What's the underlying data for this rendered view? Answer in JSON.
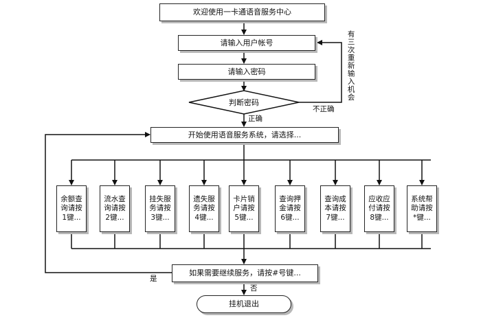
{
  "nodes": {
    "welcome": "欢迎使用一卡通语音服务中心",
    "enter_user": "请输入用户帐号",
    "enter_password": "请输入密码",
    "check_password": "判断密码",
    "start_menu": "开始使用语音服务系统，请选择...",
    "continue_prompt": "如果需要继续服务，请按#号键...",
    "hang_up": "挂机退出"
  },
  "functions": [
    "余额查\n询请按\n1键...",
    "流水查\n询请按\n2键...",
    "挂失服\n务请按\n3键...",
    "遗失服\n务请按\n4键...",
    "卡片销\n户请按\n5键...",
    "查询押\n金请按\n6键...",
    "查询成\n本请按\n7键...",
    "应收应\n付请按\n8键...",
    "系统帮\n助请按\n*键..."
  ],
  "edge_labels": {
    "retry": "有三次重新输入机会",
    "incorrect": "不正确",
    "correct": "正确",
    "yes": "是",
    "no": "否"
  }
}
